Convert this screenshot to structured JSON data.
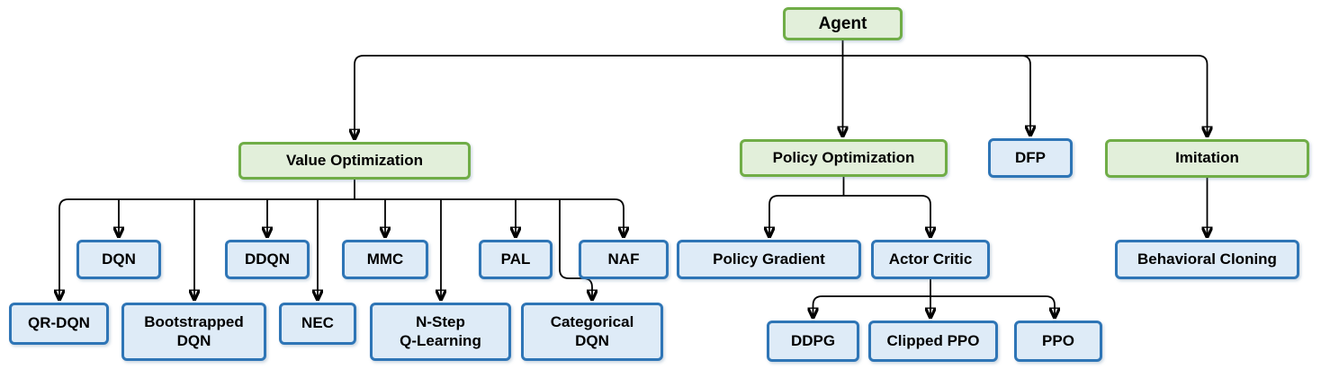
{
  "diagram_type": "hierarchy-flowchart",
  "colors": {
    "green_node_border": "#70AD47",
    "green_node_fill": "#E2EFDA",
    "blue_node_border": "#2E75B6",
    "blue_node_fill": "#DEEBF7",
    "connector": "#000000",
    "text": "#000000",
    "background": "#FFFFFF"
  },
  "nodes": {
    "agent": {
      "label": "Agent",
      "style": "green"
    },
    "value_optimization": {
      "label": "Value Optimization",
      "style": "green"
    },
    "policy_optimization": {
      "label": "Policy Optimization",
      "style": "green"
    },
    "dfp": {
      "label": "DFP",
      "style": "blue"
    },
    "imitation": {
      "label": "Imitation",
      "style": "green"
    },
    "dqn": {
      "label": "DQN",
      "style": "blue"
    },
    "ddqn": {
      "label": "DDQN",
      "style": "blue"
    },
    "mmc": {
      "label": "MMC",
      "style": "blue"
    },
    "pal": {
      "label": "PAL",
      "style": "blue"
    },
    "naf": {
      "label": "NAF",
      "style": "blue"
    },
    "qr_dqn": {
      "label": "QR-DQN",
      "style": "blue"
    },
    "bootstrapped_dqn": {
      "label": "Bootstrapped\nDQN",
      "style": "blue"
    },
    "nec": {
      "label": "NEC",
      "style": "blue"
    },
    "n_step_q_learning": {
      "label": "N-Step\nQ-Learning",
      "style": "blue"
    },
    "categorical_dqn": {
      "label": "Categorical\nDQN",
      "style": "blue"
    },
    "policy_gradient": {
      "label": "Policy Gradient",
      "style": "blue"
    },
    "actor_critic": {
      "label": "Actor Critic",
      "style": "blue"
    },
    "ddpg": {
      "label": "DDPG",
      "style": "blue"
    },
    "clipped_ppo": {
      "label": "Clipped PPO",
      "style": "blue"
    },
    "ppo": {
      "label": "PPO",
      "style": "blue"
    },
    "behavioral_cloning": {
      "label": "Behavioral Cloning",
      "style": "blue"
    }
  },
  "edges": [
    {
      "from": "agent",
      "to": "value_optimization"
    },
    {
      "from": "agent",
      "to": "policy_optimization"
    },
    {
      "from": "agent",
      "to": "dfp"
    },
    {
      "from": "agent",
      "to": "imitation"
    },
    {
      "from": "value_optimization",
      "to": "dqn"
    },
    {
      "from": "value_optimization",
      "to": "ddqn"
    },
    {
      "from": "value_optimization",
      "to": "mmc"
    },
    {
      "from": "value_optimization",
      "to": "pal"
    },
    {
      "from": "value_optimization",
      "to": "naf"
    },
    {
      "from": "value_optimization",
      "to": "qr_dqn"
    },
    {
      "from": "value_optimization",
      "to": "bootstrapped_dqn"
    },
    {
      "from": "value_optimization",
      "to": "nec"
    },
    {
      "from": "value_optimization",
      "to": "n_step_q_learning"
    },
    {
      "from": "value_optimization",
      "to": "categorical_dqn"
    },
    {
      "from": "policy_optimization",
      "to": "policy_gradient"
    },
    {
      "from": "policy_optimization",
      "to": "actor_critic"
    },
    {
      "from": "actor_critic",
      "to": "ddpg"
    },
    {
      "from": "actor_critic",
      "to": "clipped_ppo"
    },
    {
      "from": "actor_critic",
      "to": "ppo"
    },
    {
      "from": "imitation",
      "to": "behavioral_cloning"
    }
  ]
}
